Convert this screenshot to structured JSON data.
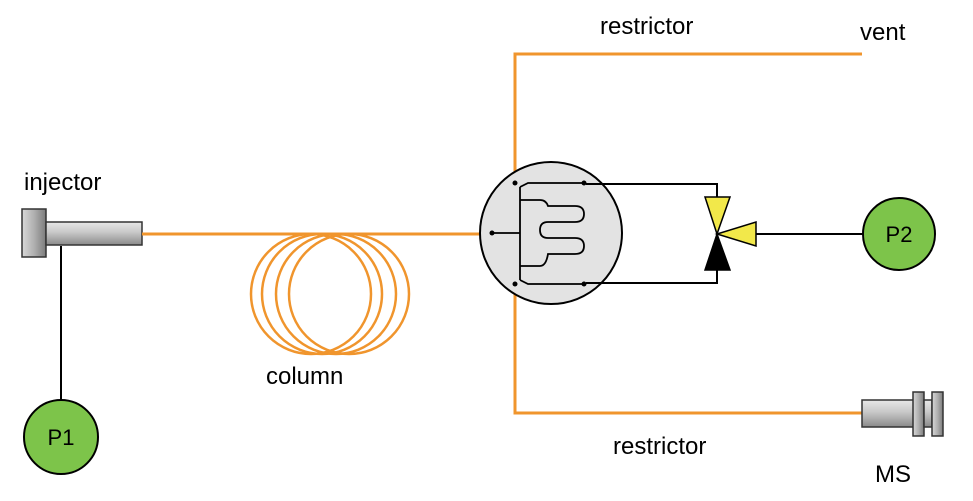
{
  "labels": {
    "injector": "injector",
    "column": "column",
    "restrictor_top": "restrictor",
    "vent": "vent",
    "restrictor_bottom": "restrictor",
    "ms": "MS",
    "p1": "P1",
    "p2": "P2"
  },
  "colors": {
    "tubing": "#F0952D",
    "pressure_node": "#7DC44A",
    "valve": "#F2E84A",
    "switch_body": "#E3E3E3",
    "line": "#000000"
  }
}
